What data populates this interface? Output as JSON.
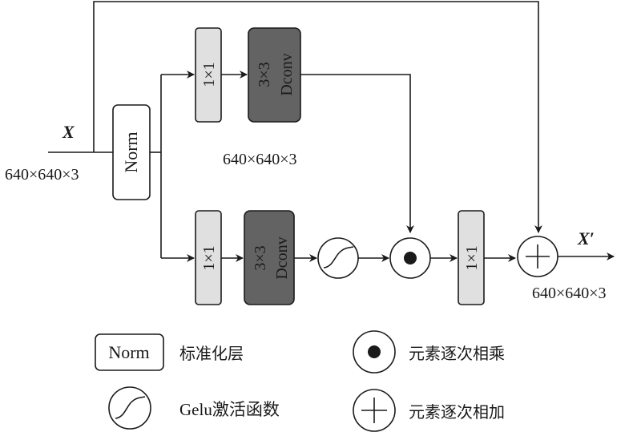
{
  "input": {
    "symbol": "X",
    "shape": "640×640×3"
  },
  "output": {
    "symbol": "X′",
    "shape": "640×640×3"
  },
  "middle_shape": "640×640×3",
  "blocks": {
    "norm": "Norm",
    "conv1x1_top": "1×1",
    "dconv_top": [
      "3×3",
      "Dconv"
    ],
    "conv1x1_bottom": "1×1",
    "dconv_bottom": [
      "3×3",
      "Dconv"
    ],
    "conv1x1_out": "1×1"
  },
  "legend": [
    {
      "icon": "norm-box",
      "symbol": "Norm",
      "label": "标准化层"
    },
    {
      "icon": "dot-in-circle-icon",
      "label": "元素逐次相乘"
    },
    {
      "icon": "gelu-curve-icon",
      "label": "Gelu激活函数"
    },
    {
      "icon": "plus-in-circle-icon",
      "label": "元素逐次相加"
    }
  ],
  "colors": {
    "light_box": "#e0e0e0",
    "dark_box": "#636363",
    "stroke": "#1a1a1a"
  }
}
